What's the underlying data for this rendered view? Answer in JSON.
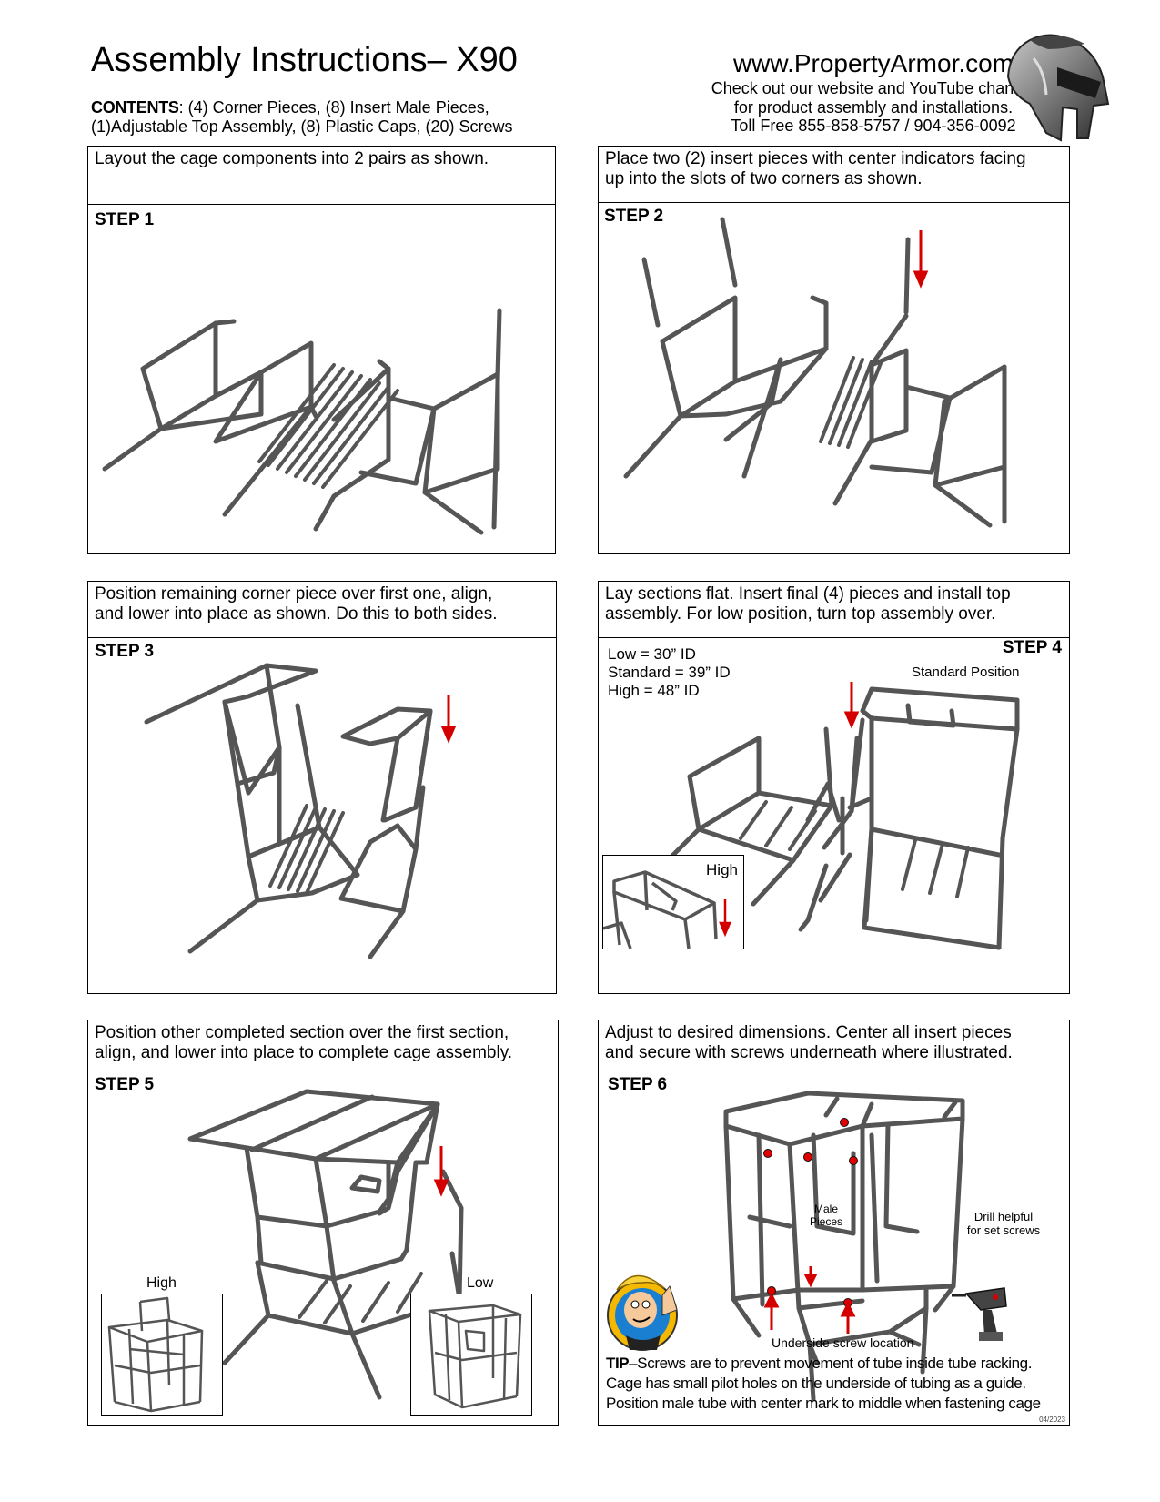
{
  "header": {
    "title": "Assembly Instructions– X90",
    "contents_label": "CONTENTS",
    "contents_line1": ": (4) Corner Pieces, (8) Insert Male Pieces,",
    "contents_line2": "(1)Adjustable Top Assembly, (8) Plastic Caps, (20) Screws",
    "website": "www.PropertyArmor.com",
    "info_line1": "Check out our website and YouTube channel",
    "info_line2": "for product assembly and installations.",
    "info_line3": "Toll Free 855-858-5757 / 904-356-0092"
  },
  "steps": [
    {
      "label": "STEP 1",
      "line1": "Layout the cage components into 2 pairs as shown.",
      "line2": ""
    },
    {
      "label": "STEP 2",
      "line1": "Place two (2) insert pieces with center indicators facing",
      "line2": "up into the slots of two corners as shown."
    },
    {
      "label": "STEP 3",
      "line1": "Position remaining corner piece over first one, align,",
      "line2": "and lower into place as shown. Do this to both sides."
    },
    {
      "label": "STEP 4",
      "line1": "Lay sections flat. Insert final (4) pieces and install top",
      "line2": "assembly. For low position, turn top assembly over."
    },
    {
      "label": "STEP 5",
      "line1": "Position other completed section over the first section,",
      "line2": "align, and lower into place to complete cage assembly."
    },
    {
      "label": "STEP 6",
      "line1": "Adjust to desired dimensions. Center all insert pieces",
      "line2": "and secure with screws underneath where illustrated."
    }
  ],
  "step4": {
    "low": "Low = 30” ID",
    "standard": "Standard = 39” ID",
    "high": "High = 48” ID",
    "position": "Standard Position",
    "inset_label": "High"
  },
  "step5": {
    "high_label": "High",
    "low_label": "Low"
  },
  "step6": {
    "male_line1": "Male",
    "male_line2": "Pieces",
    "drill_line1": "Drill helpful",
    "drill_line2": "for set screws",
    "underside": "Underside screw location",
    "tip_label": "TIP",
    "tip_line1": "–Screws are to prevent movement of tube inside tube racking.",
    "tip_line2": "Cage has small pilot holes on the underside of tubing as a guide.",
    "tip_line3": "Position male tube with center mark to middle when fastening cage",
    "date": "04/2023"
  },
  "colors": {
    "tube": "#555555",
    "arrow": "#d40000",
    "screw_dot": "#e00000"
  }
}
